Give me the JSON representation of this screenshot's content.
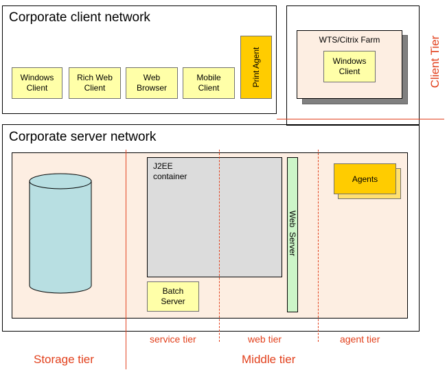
{
  "client_network": {
    "title": "Corporate client network",
    "clients": [
      "Windows\nClient",
      "Rich Web\nClient",
      "Web\nBrowser",
      "Mobile\nClient"
    ],
    "print_agent": "Print Agent"
  },
  "wts": {
    "title": "WTS/Citrix Farm",
    "client": "Windows\nClient"
  },
  "server_network": {
    "title": "Corporate server network",
    "j2ee": "J2EE\ncontainer",
    "batch": "Batch\nServer",
    "web_server": "Web  Server",
    "agents": "Agents"
  },
  "tiers": {
    "client": "Client Tier",
    "storage": "Storage tier",
    "middle": "Middle tier",
    "service": "service tier",
    "web": "web tier",
    "agent": "agent tier"
  },
  "colors": {
    "tier_red": "#e2401c",
    "box_yellow": "#ffffa8",
    "agent_orange": "#ffcc00",
    "peach": "#fdeee2",
    "cylinder": "#b8dfe2",
    "webserver_green": "#ccf5c8",
    "container_gray": "#dcdcdc"
  }
}
